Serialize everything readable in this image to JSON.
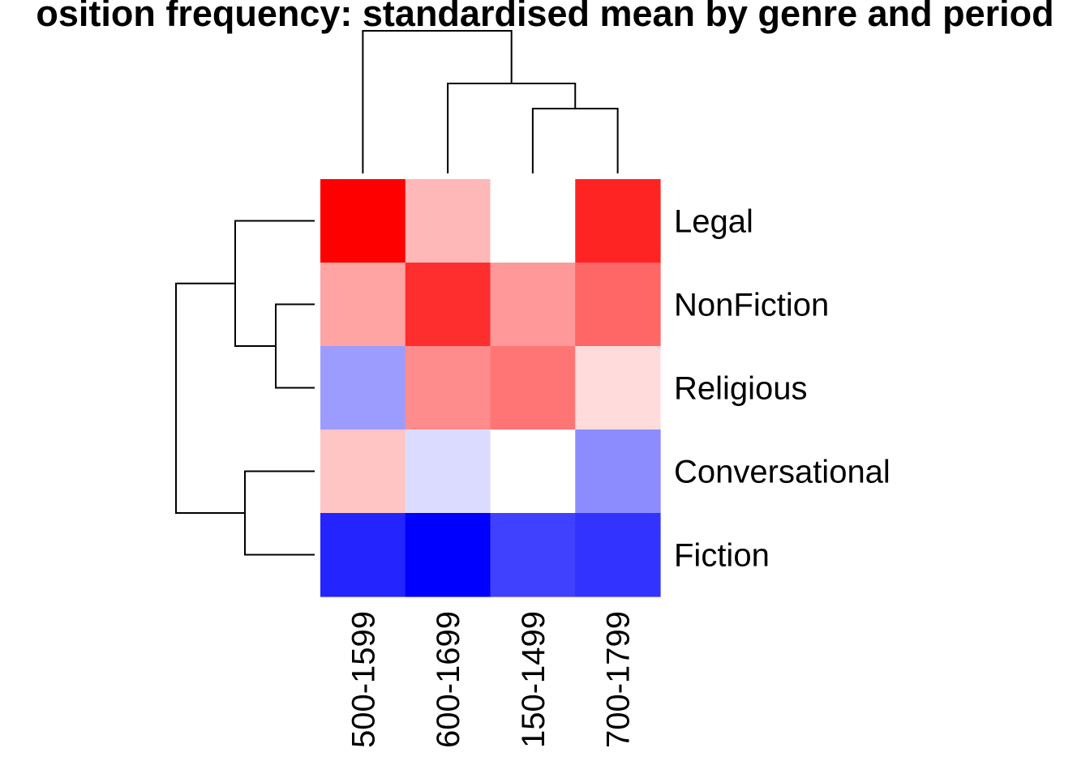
{
  "chart_data": {
    "type": "heatmap",
    "title": "osition frequency: standardised mean by genre and period",
    "rows": [
      "Legal",
      "NonFiction",
      "Religious",
      "Conversational",
      "Fiction"
    ],
    "columns": [
      "500-1599",
      "600-1699",
      "150-1499",
      "700-1799"
    ],
    "values": [
      [
        1.0,
        0.28,
        0.0,
        0.86
      ],
      [
        0.36,
        0.82,
        0.4,
        0.6
      ],
      [
        -0.39,
        0.45,
        0.54,
        0.14
      ],
      [
        0.23,
        -0.14,
        0.0,
        -0.45
      ],
      [
        -0.86,
        -1.0,
        -0.75,
        -0.8
      ]
    ],
    "color_scale": {
      "low": "#0000ff",
      "mid": "#ffffff",
      "high": "#ff0000",
      "min": -1,
      "max": 1
    },
    "row_dendrogram": true,
    "column_dendrogram": true,
    "legend": "none"
  }
}
